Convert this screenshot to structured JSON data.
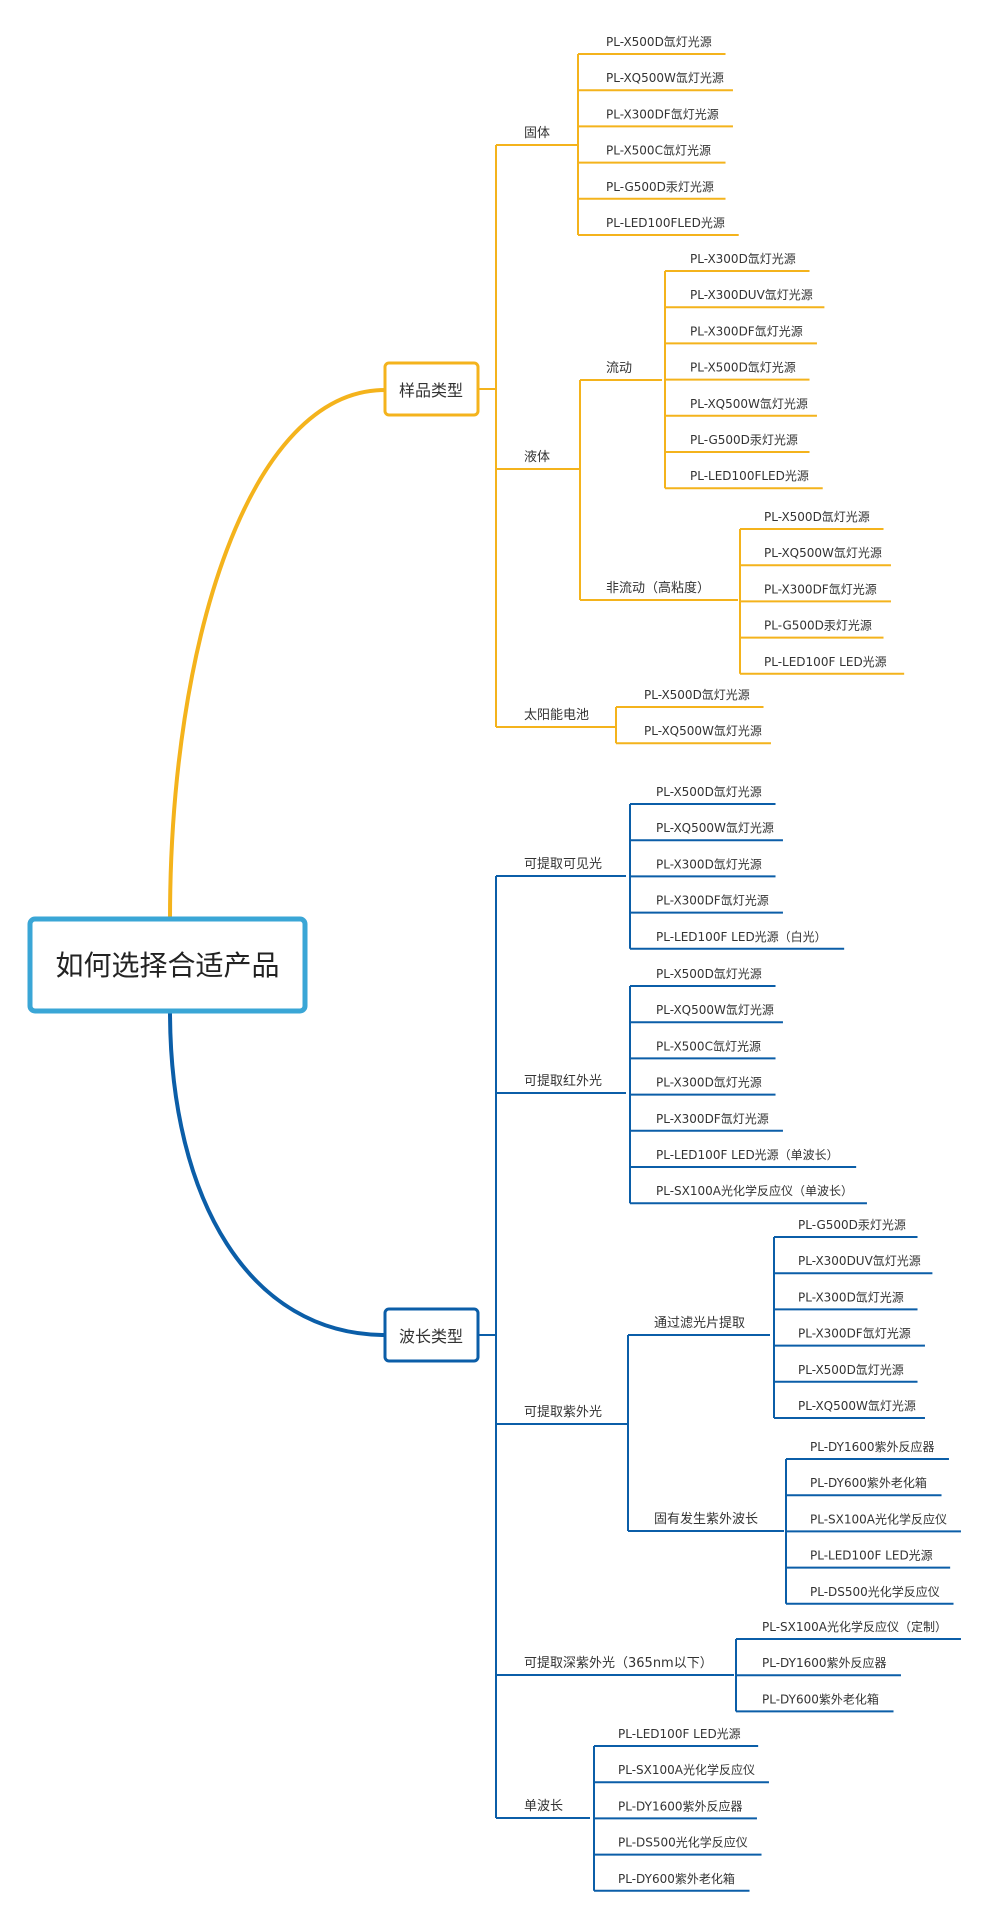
{
  "colors": {
    "sample_branch": "#f4b31c",
    "wavelength_branch": "#0b5ea8",
    "root_border": "#3aa6d6",
    "text": "#333333"
  },
  "root": {
    "label": "如何选择合适产品"
  },
  "branches": [
    {
      "label": "样品类型",
      "color_key": "sample_branch",
      "children": [
        {
          "label": "固体",
          "items": [
            "PL-X500D氙灯光源",
            "PL-XQ500W氙灯光源",
            "PL-X300DF氙灯光源",
            "PL-X500C氙灯光源",
            "PL-G500D汞灯光源",
            "PL-LED100FLED光源"
          ]
        },
        {
          "label": "液体",
          "children": [
            {
              "label": "流动",
              "items": [
                "PL-X300D氙灯光源",
                "PL-X300DUV氙灯光源",
                "PL-X300DF氙灯光源",
                "PL-X500D氙灯光源",
                "PL-XQ500W氙灯光源",
                "PL-G500D汞灯光源",
                "PL-LED100FLED光源"
              ]
            },
            {
              "label": "非流动（高粘度）",
              "items": [
                "PL-X500D氙灯光源",
                "PL-XQ500W氙灯光源",
                "PL-X300DF氙灯光源",
                "PL-G500D汞灯光源",
                "PL-LED100F LED光源"
              ]
            }
          ]
        },
        {
          "label": "太阳能电池",
          "items": [
            "PL-X500D氙灯光源",
            "PL-XQ500W氙灯光源"
          ]
        }
      ]
    },
    {
      "label": "波长类型",
      "color_key": "wavelength_branch",
      "children": [
        {
          "label": "可提取可见光",
          "items": [
            "PL-X500D氙灯光源",
            "PL-XQ500W氙灯光源",
            "PL-X300D氙灯光源",
            "PL-X300DF氙灯光源",
            "PL-LED100F LED光源（白光）"
          ]
        },
        {
          "label": "可提取红外光",
          "items": [
            "PL-X500D氙灯光源",
            "PL-XQ500W氙灯光源",
            "PL-X500C氙灯光源",
            "PL-X300D氙灯光源",
            "PL-X300DF氙灯光源",
            "PL-LED100F LED光源（单波长）",
            "PL-SX100A光化学反应仪（单波长）"
          ]
        },
        {
          "label": "可提取紫外光",
          "children": [
            {
              "label": "通过滤光片提取",
              "items": [
                "PL-G500D汞灯光源",
                "PL-X300DUV氙灯光源",
                "PL-X300D氙灯光源",
                "PL-X300DF氙灯光源",
                "PL-X500D氙灯光源",
                "PL-XQ500W氙灯光源"
              ]
            },
            {
              "label": "固有发生紫外波长",
              "items": [
                "PL-DY1600紫外反应器",
                "PL-DY600紫外老化箱",
                "PL-SX100A光化学反应仪",
                "PL-LED100F LED光源",
                "PL-DS500光化学反应仪"
              ]
            }
          ]
        },
        {
          "label": "可提取深紫外光（365nm以下）",
          "items": [
            "PL-SX100A光化学反应仪（定制）",
            "PL-DY1600紫外反应器",
            "PL-DY600紫外老化箱"
          ]
        },
        {
          "label": "单波长",
          "items": [
            "PL-LED100F LED光源",
            "PL-SX100A光化学反应仪",
            "PL-DY1600紫外反应器",
            "PL-DS500光化学反应仪",
            "PL-DY600紫外老化箱"
          ]
        }
      ]
    }
  ]
}
